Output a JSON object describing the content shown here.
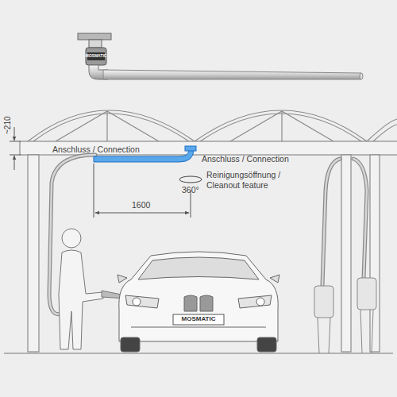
{
  "diagram": {
    "labels": [
      "~210",
      "Anschluss / Connection",
      "Anschluss / Connection",
      "Reinigungsöffnung / Cleanout feature",
      "360°",
      "1600",
      "MOSMATIC",
      "MOSMATIC"
    ]
  }
}
